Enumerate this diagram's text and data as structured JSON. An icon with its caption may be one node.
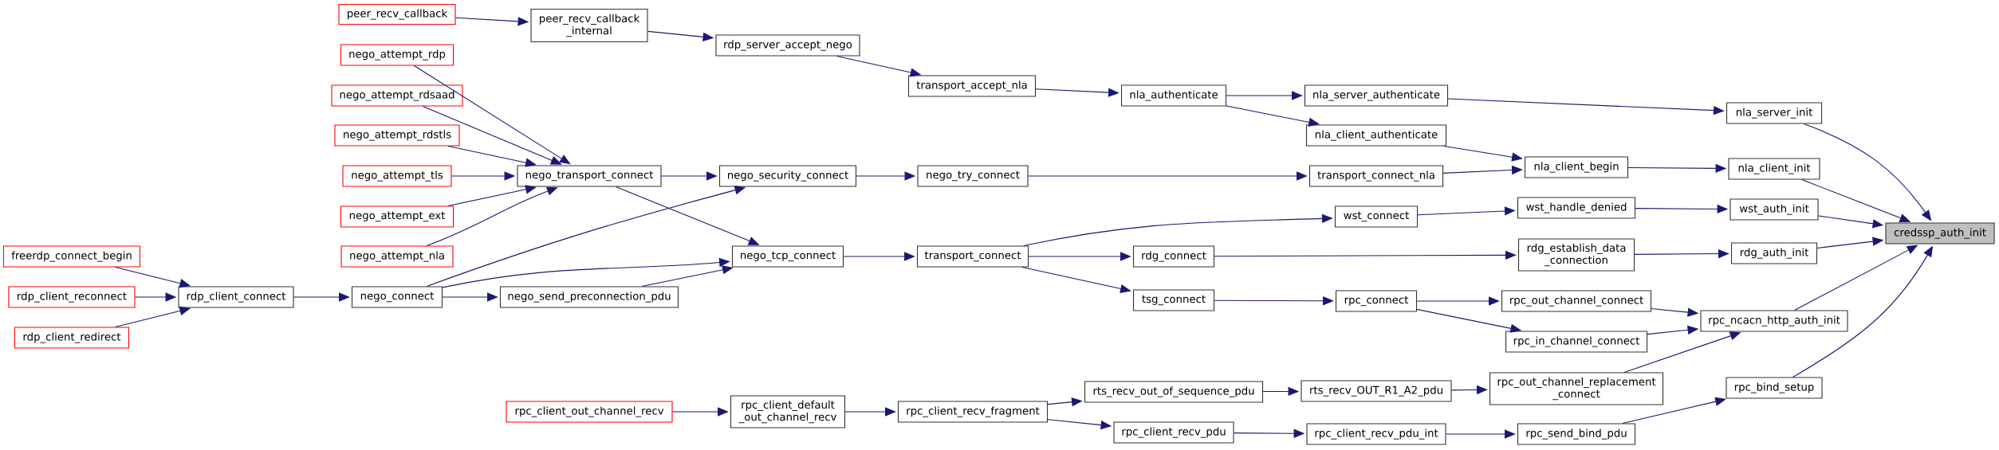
{
  "diagram": {
    "nodes": [
      {
        "text": [
          "peer_recv_callback"
        ]
      },
      {
        "text": [
          "peer_recv_callback _internal"
        ]
      },
      {
        "text": [
          "rdp_server_accept_nego"
        ]
      },
      {
        "text": [
          "transport_accept_nla"
        ]
      },
      {
        "text": [
          "nla_authenticate"
        ]
      },
      {
        "text": [
          "nla_server_authenticate"
        ]
      },
      {
        "text": [
          "nla_client_authenticate"
        ]
      },
      {
        "text": [
          "nla_server_init"
        ]
      },
      {
        "text": [
          "nla_client_begin"
        ]
      },
      {
        "text": [
          "nla_client_init"
        ]
      },
      {
        "text": [
          "credssp_auth_init"
        ]
      },
      {
        "text": [
          "nego_attempt_rdp"
        ]
      },
      {
        "text": [
          "nego_attempt_rdsaad"
        ]
      },
      {
        "text": [
          "nego_attempt_rdstls"
        ]
      },
      {
        "text": [
          "nego_attempt_tls"
        ]
      },
      {
        "text": [
          "nego_attempt_ext"
        ]
      },
      {
        "text": [
          "nego_attempt_nla"
        ]
      },
      {
        "text": [
          "nego_transport_connect"
        ]
      },
      {
        "text": [
          "nego_security_connect"
        ]
      },
      {
        "text": [
          "nego_try_connect"
        ]
      },
      {
        "text": [
          "transport_connect_nla"
        ]
      },
      {
        "text": [
          "freerdp_connect_begin"
        ]
      },
      {
        "text": [
          "rdp_client_reconnect"
        ]
      },
      {
        "text": [
          "rdp_client_redirect"
        ]
      },
      {
        "text": [
          "rdp_client_connect"
        ]
      },
      {
        "text": [
          "nego_connect"
        ]
      },
      {
        "text": [
          "nego_send_preconnection_pdu"
        ]
      },
      {
        "text": [
          "nego_tcp_connect"
        ]
      },
      {
        "text": [
          "transport_connect"
        ]
      },
      {
        "text": [
          "wst_connect"
        ]
      },
      {
        "text": [
          "wst_handle_denied"
        ]
      },
      {
        "text": [
          "wst_auth_init"
        ]
      },
      {
        "text": [
          "rdg_connect"
        ]
      },
      {
        "text": [
          "rdg_establish_data _connection"
        ]
      },
      {
        "text": [
          "rdg_auth_init"
        ]
      },
      {
        "text": [
          "tsg_connect"
        ]
      },
      {
        "text": [
          "rpc_connect"
        ]
      },
      {
        "text": [
          "rpc_out_channel_connect"
        ]
      },
      {
        "text": [
          "rpc_in_channel_connect"
        ]
      },
      {
        "text": [
          "rpc_ncacn_http_auth_init"
        ]
      },
      {
        "text": [
          "rpc_client_out_channel_recv"
        ]
      },
      {
        "text": [
          "rpc_client_default _out_channel_recv"
        ]
      },
      {
        "text": [
          "rpc_client_recv_fragment"
        ]
      },
      {
        "text": [
          "rts_recv_out_of_sequence_pdu"
        ]
      },
      {
        "text": [
          "rts_recv_OUT_R1_A2_pdu"
        ]
      },
      {
        "text": [
          "rpc_out_channel_replacement _connect"
        ]
      },
      {
        "text": [
          "rpc_bind_setup"
        ]
      },
      {
        "text": [
          "rpc_client_recv_pdu"
        ]
      },
      {
        "text": [
          "rpc_client_recv_pdu_int"
        ]
      },
      {
        "text": [
          "rpc_send_bind_pdu"
        ]
      }
    ],
    "edges": [
      {
        "from": 0,
        "to": 1,
        "arrow": "to"
      },
      {
        "from": 1,
        "to": 2,
        "arrow": "to"
      },
      {
        "from": 2,
        "to": 3,
        "arrow": "to"
      },
      {
        "from": 3,
        "to": 4,
        "arrow": "to"
      },
      {
        "from": 4,
        "to": 5,
        "arrow": "to"
      },
      {
        "from": 4,
        "to": 6,
        "arrow": "to"
      },
      {
        "from": 5,
        "to": 7,
        "arrow": "to"
      },
      {
        "from": 6,
        "to": 8,
        "arrow": "to"
      },
      {
        "from": 20,
        "to": 8,
        "arrow": "to"
      },
      {
        "from": 7,
        "to": 10,
        "arrow": "to"
      },
      {
        "from": 8,
        "to": 9,
        "arrow": "to"
      },
      {
        "from": 9,
        "to": 10,
        "arrow": "to"
      },
      {
        "from": 31,
        "to": 10,
        "arrow": "to"
      },
      {
        "from": 34,
        "to": 10,
        "arrow": "to"
      },
      {
        "from": 39,
        "to": 10,
        "arrow": "to"
      },
      {
        "from": 46,
        "to": 10,
        "arrow": "to"
      },
      {
        "from": 11,
        "to": 17,
        "arrow": "to"
      },
      {
        "from": 12,
        "to": 17,
        "arrow": "to"
      },
      {
        "from": 13,
        "to": 17,
        "arrow": "to"
      },
      {
        "from": 14,
        "to": 17,
        "arrow": "to"
      },
      {
        "from": 15,
        "to": 17,
        "arrow": "to"
      },
      {
        "from": 16,
        "to": 17,
        "arrow": "to"
      },
      {
        "from": 17,
        "to": 18,
        "arrow": "to"
      },
      {
        "from": 17,
        "to": 27,
        "arrow": "to"
      },
      {
        "from": 18,
        "to": 19,
        "arrow": "to"
      },
      {
        "from": 19,
        "to": 20,
        "arrow": "to"
      },
      {
        "from": 25,
        "to": 18,
        "arrow": "to"
      },
      {
        "from": 25,
        "to": 27,
        "arrow": "to"
      },
      {
        "from": 26,
        "to": 27,
        "arrow": "to"
      },
      {
        "from": 21,
        "to": 24,
        "arrow": "to"
      },
      {
        "from": 22,
        "to": 24,
        "arrow": "to"
      },
      {
        "from": 23,
        "to": 24,
        "arrow": "to"
      },
      {
        "from": 24,
        "to": 25,
        "arrow": "to"
      },
      {
        "from": 25,
        "to": 26,
        "arrow": "to"
      },
      {
        "from": 27,
        "to": 28,
        "arrow": "to"
      },
      {
        "from": 28,
        "to": 29,
        "arrow": "to"
      },
      {
        "from": 28,
        "to": 32,
        "arrow": "to"
      },
      {
        "from": 28,
        "to": 35,
        "arrow": "to"
      },
      {
        "from": 29,
        "to": 30,
        "arrow": "to"
      },
      {
        "from": 30,
        "to": 31,
        "arrow": "to"
      },
      {
        "from": 32,
        "to": 33,
        "arrow": "to"
      },
      {
        "from": 33,
        "to": 34,
        "arrow": "to"
      },
      {
        "from": 35,
        "to": 36,
        "arrow": "to"
      },
      {
        "from": 36,
        "to": 37,
        "arrow": "to"
      },
      {
        "from": 36,
        "to": 38,
        "arrow": "to"
      },
      {
        "from": 37,
        "to": 39,
        "arrow": "to"
      },
      {
        "from": 38,
        "to": 39,
        "arrow": "to"
      },
      {
        "from": 45,
        "to": 39,
        "arrow": "to"
      },
      {
        "from": 40,
        "to": 41,
        "arrow": "to"
      },
      {
        "from": 41,
        "to": 42,
        "arrow": "to"
      },
      {
        "from": 42,
        "to": 43,
        "arrow": "to"
      },
      {
        "from": 42,
        "to": 47,
        "arrow": "to"
      },
      {
        "from": 43,
        "to": 44,
        "arrow": "to"
      },
      {
        "from": 44,
        "to": 45,
        "arrow": "to"
      },
      {
        "from": 47,
        "to": 48,
        "arrow": "to"
      },
      {
        "from": 48,
        "to": 49,
        "arrow": "to"
      },
      {
        "from": 49,
        "to": 46,
        "arrow": "to"
      }
    ]
  }
}
